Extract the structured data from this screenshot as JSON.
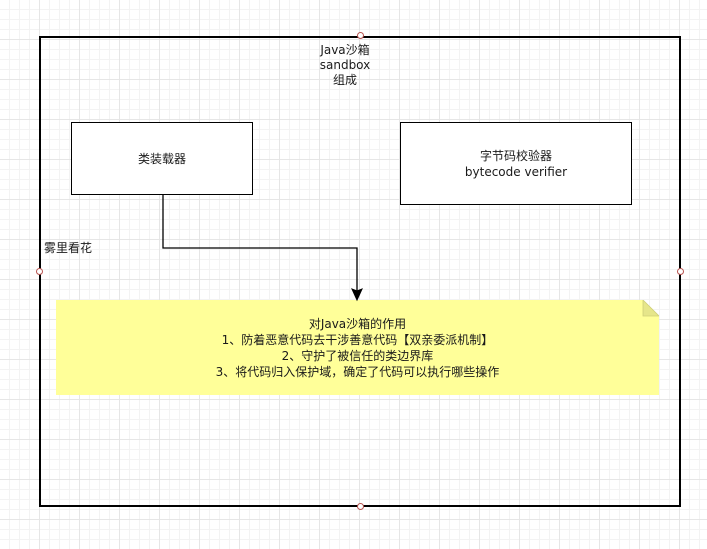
{
  "sandbox": {
    "title_lines": [
      "Java沙箱",
      "sandbox",
      "组成"
    ]
  },
  "nodes": {
    "class_loader": {
      "label": "类装载器"
    },
    "bytecode_verifier": {
      "lines": [
        "字节码校验器",
        "bytecode verifier"
      ]
    }
  },
  "side_label": "雾里看花",
  "note": {
    "lines": [
      "对Java沙箱的作用",
      "1、防着恶意代码去干涉善意代码【双亲委派机制】",
      "2、守护了被信任的类边界库",
      "3、将代码归入保护域，确定了代码可以执行哪些操作"
    ]
  },
  "colors": {
    "note_fill": "#ffff99",
    "note_fold": "#e6e68a",
    "handle_stroke": "#b85450",
    "line": "#000000"
  },
  "icons": {
    "arrow": "connector-arrow-icon"
  }
}
